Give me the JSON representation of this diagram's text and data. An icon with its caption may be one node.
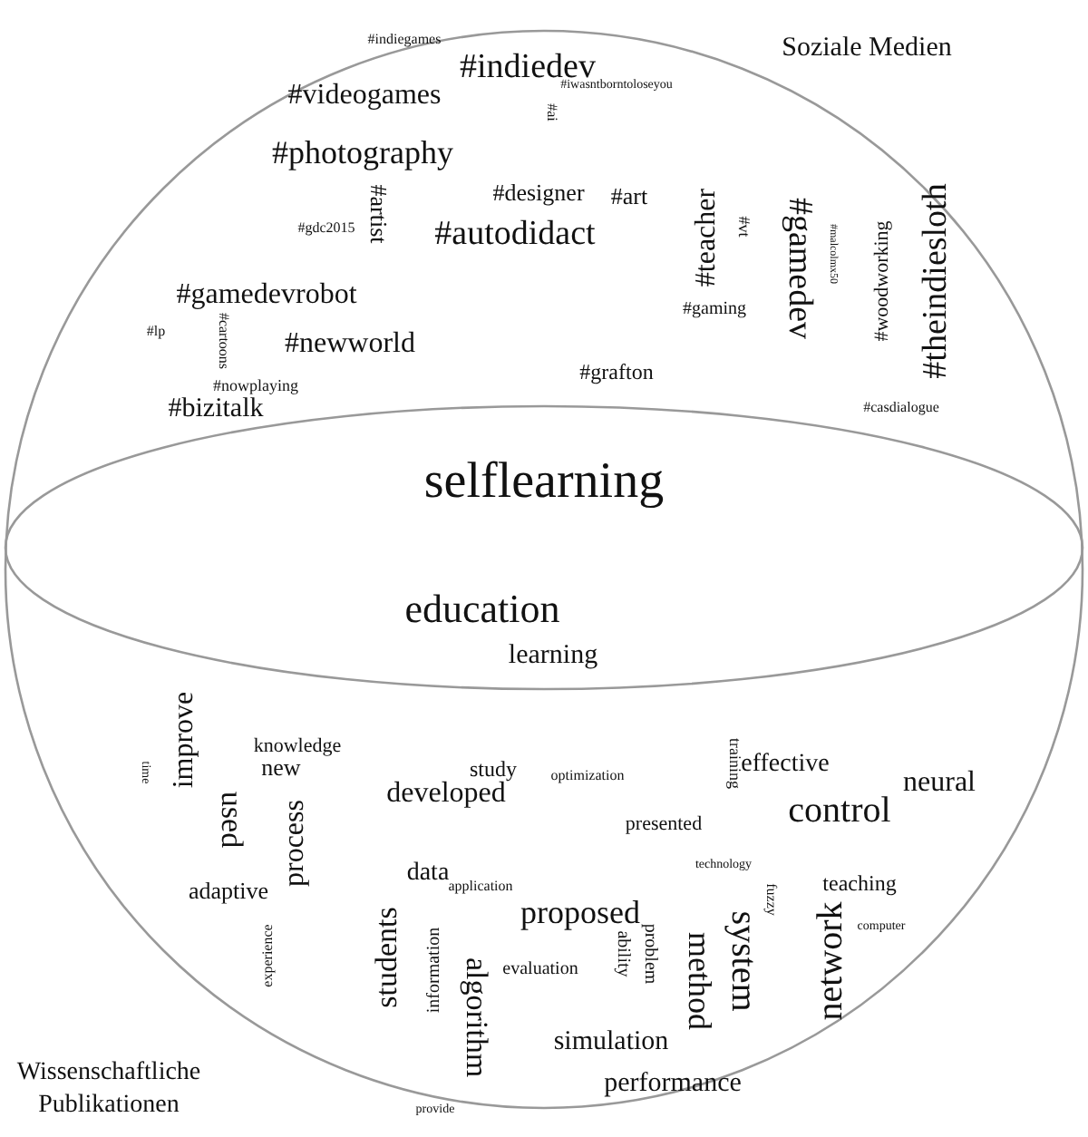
{
  "diagram": {
    "labels": [
      "Soziale Medien",
      "#indiegames",
      "#indiedev",
      "#iwasntborntoloseyou",
      "#videogames",
      "#ai",
      "#photography",
      "#designer",
      "#artist",
      "#gdc2015",
      "#art",
      "#autodidact",
      "#teacher",
      "#vt",
      "#gamedev",
      "#malcolmx50",
      "#woodworking",
      "#theindiesloth",
      "#gamedevrobot",
      "#lp",
      "#cartoons",
      "#newworld",
      "#nowplaying",
      "#bizitalk",
      "#grafton",
      "#gaming",
      "#casdialogue",
      "selflearning",
      "education",
      "learning",
      "time",
      "improve",
      "knowledge",
      "new",
      "used",
      "adaptive",
      "process",
      "experience",
      "study",
      "developed",
      "data",
      "application",
      "students",
      "information",
      "algorithm",
      "provide",
      "Wissenschaftliche Publikationen",
      "optimization",
      "training",
      "effective",
      "neural",
      "control",
      "presented",
      "technology",
      "teaching",
      "fuzzy",
      "proposed",
      "computer",
      "network",
      "system",
      "method",
      "ability",
      "problem",
      "evaluation",
      "simulation",
      "performance"
    ]
  }
}
